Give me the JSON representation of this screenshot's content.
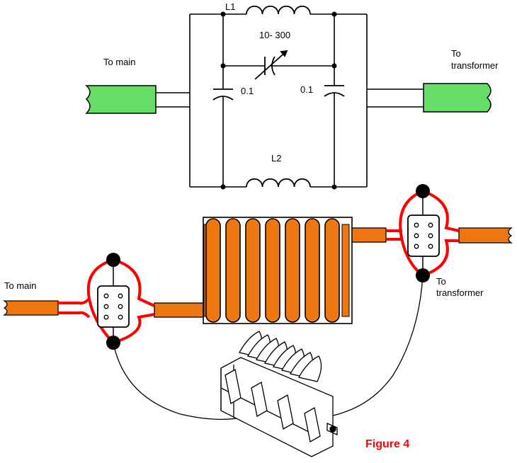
{
  "schematic": {
    "inductor_top": "L1",
    "inductor_bottom": "L2",
    "variable_cap": "10- 300",
    "cap_left": "0.1",
    "cap_right": "0.1",
    "input_label": "To main",
    "output_label_line1": "To",
    "output_label_line2": "transformer"
  },
  "physical": {
    "input_label": "To main",
    "output_label_line1": "To",
    "output_label_line2": "transformer"
  },
  "figure_caption": "Figure 4",
  "colors": {
    "coax_schematic": "#66dd66",
    "coax_physical": "#ee7711",
    "coil": "#ee7711",
    "strap": "#ff0000",
    "line": "#000000",
    "caption": "#ff0000"
  }
}
